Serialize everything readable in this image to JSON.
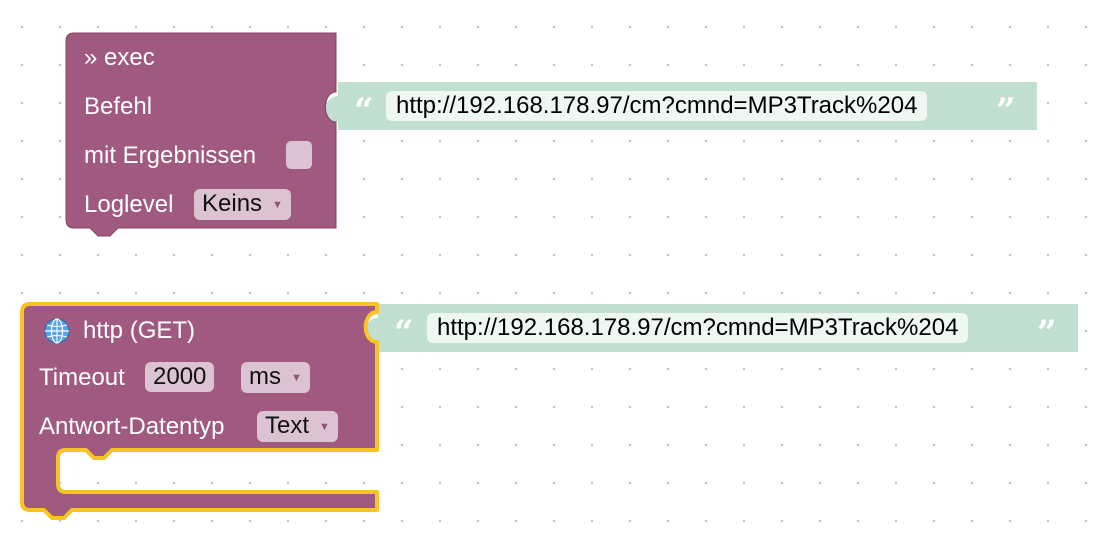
{
  "colors": {
    "block_purple": "#a0597f",
    "block_border": "#874466",
    "string_block": "#c2e0d2",
    "field_bg": "#dcc3d2",
    "selected_outline": "#f7c325"
  },
  "exec_block": {
    "title": "» exec",
    "command_label": "Befehl",
    "with_results_label": "mit Ergebnissen",
    "with_results_checked": false,
    "loglevel_label": "Loglevel",
    "loglevel_value": "Keins",
    "command_string": "http://192.168.178.97/cm?cmnd=MP3Track%204"
  },
  "http_block": {
    "icon": "globe-icon",
    "title": "http (GET)",
    "timeout_label": "Timeout",
    "timeout_value": "2000",
    "timeout_unit": "ms",
    "response_type_label": "Antwort-Datentyp",
    "response_type_value": "Text",
    "url_string": "http://192.168.178.97/cm?cmnd=MP3Track%204"
  },
  "quote_open": "“",
  "quote_close": "”"
}
